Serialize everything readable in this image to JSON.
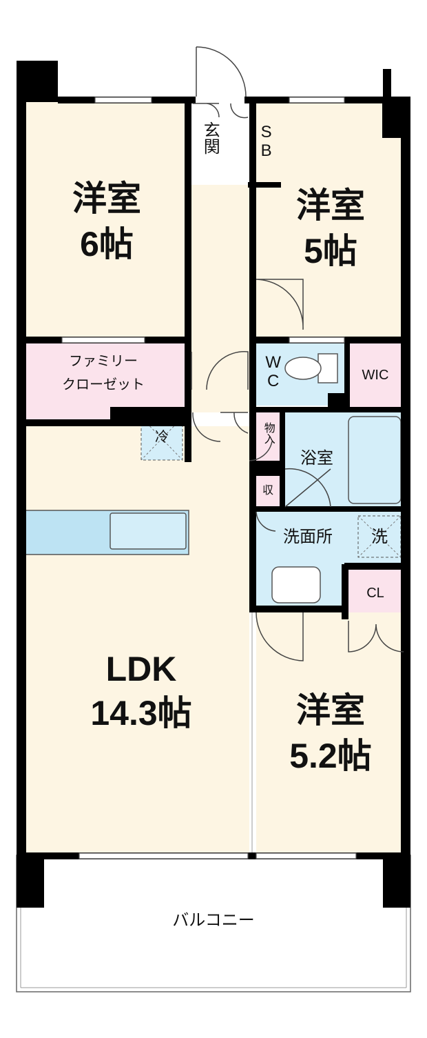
{
  "rooms": {
    "western_6": {
      "name": "洋室",
      "size": "6帖"
    },
    "western_5": {
      "name": "洋室",
      "size": "5帖"
    },
    "western_52": {
      "name": "洋室",
      "size": "5.2帖"
    },
    "ldk": {
      "name": "LDK",
      "size": "14.3帖"
    },
    "entrance": "玄関",
    "shoe_box": "SB",
    "family_closet_line1": "ファミリー",
    "family_closet_line2": "クローゼット",
    "wc": "WC",
    "wic": "WIC",
    "storage": "物入",
    "fridge": "冷",
    "bath": "浴室",
    "closet_small": "収",
    "washroom": "洗面所",
    "washer": "洗",
    "cl": "CL",
    "balcony": "バルコニー"
  },
  "colors": {
    "wall": "#000000",
    "room_beige": "#fdf5e3",
    "closet_pink": "#fbe3ec",
    "wet_blue": "#d4eef9",
    "counter_blue": "#bde3f3",
    "outline": "#555555"
  }
}
